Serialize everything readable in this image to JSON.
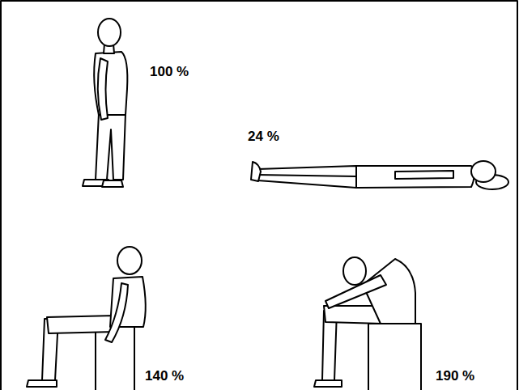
{
  "diagram": {
    "labels": [
      "100 %",
      "24 %",
      "140 %",
      "190 %"
    ]
  }
}
